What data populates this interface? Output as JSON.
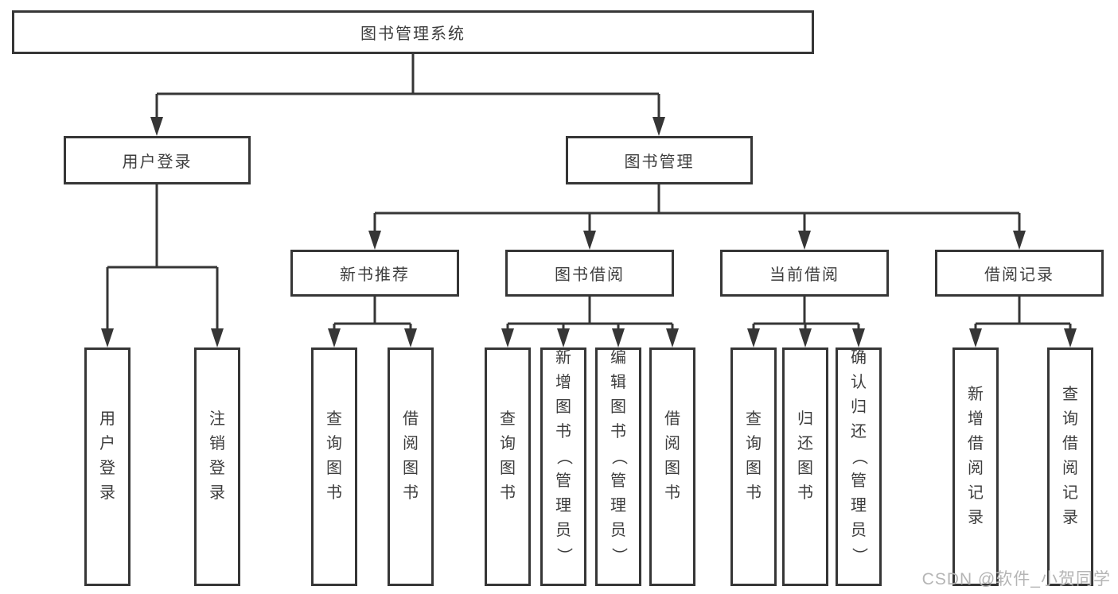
{
  "colors": {
    "line": "#363636",
    "box_border": "#363636",
    "text": "#3d3d3d",
    "watermark": "#b5b5b5",
    "background": "#ffffff"
  },
  "watermark": {
    "text": "CSDN @软件_小贺同学"
  },
  "tree": {
    "label": "图书管理系统",
    "children": [
      {
        "label": "用户登录",
        "children": [
          {
            "label": "用户登录"
          },
          {
            "label": "注销登录"
          }
        ]
      },
      {
        "label": "图书管理",
        "children": [
          {
            "label": "新书推荐",
            "children": [
              {
                "label": "查询图书"
              },
              {
                "label": "借阅图书"
              }
            ]
          },
          {
            "label": "图书借阅",
            "children": [
              {
                "label": "查询图书"
              },
              {
                "label": "新增图书（管理员）"
              },
              {
                "label": "编辑图书（管理员）"
              },
              {
                "label": "借阅图书"
              }
            ]
          },
          {
            "label": "当前借阅",
            "children": [
              {
                "label": "查询图书"
              },
              {
                "label": "归还图书"
              },
              {
                "label": "确认归还（管理员）"
              }
            ]
          },
          {
            "label": "借阅记录",
            "children": [
              {
                "label": "新增借阅记录"
              },
              {
                "label": "查询借阅记录"
              }
            ]
          }
        ]
      }
    ]
  }
}
